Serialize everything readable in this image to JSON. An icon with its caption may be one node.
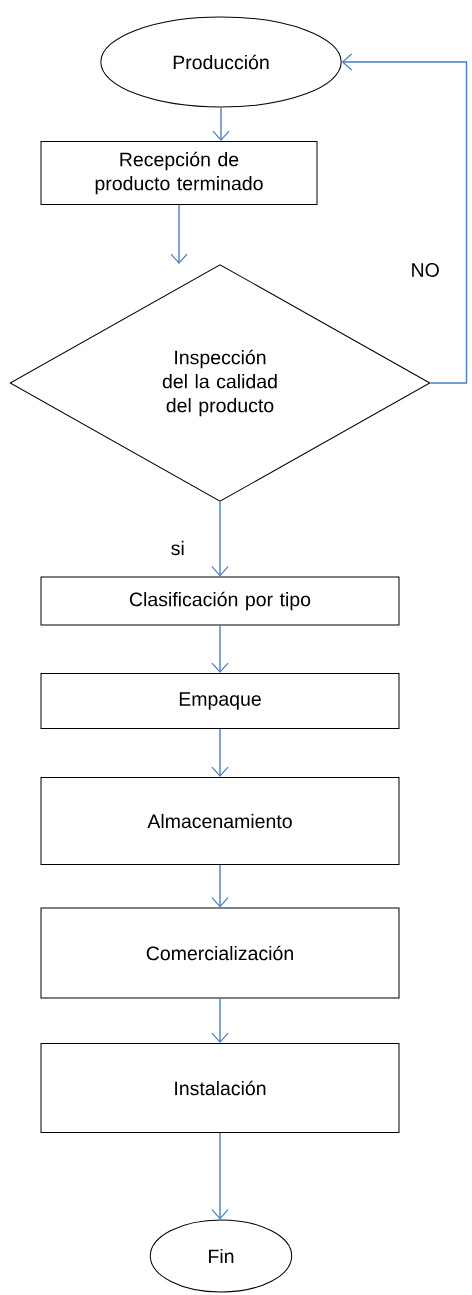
{
  "diagram": {
    "nodes": [
      {
        "text": [
          "Producción"
        ]
      },
      {
        "text": [
          "Recepción de producto terminado"
        ]
      },
      {
        "text": [
          "Inspección del la calidad del producto"
        ]
      },
      {
        "text": [
          "Clasificación por tipo"
        ]
      },
      {
        "text": [
          "Empaque"
        ]
      },
      {
        "text": [
          "Almacenamiento"
        ]
      },
      {
        "text": [
          "Comercialización"
        ]
      },
      {
        "text": [
          "Instalación"
        ]
      },
      {
        "text": [
          "Fin"
        ]
      }
    ],
    "edges": [
      {
        "from": 0,
        "to": 1,
        "arrow": "to"
      },
      {
        "from": 1,
        "to": 2,
        "arrow": "to"
      },
      {
        "from": 2,
        "to": 3,
        "arrow": "to",
        "label": "si"
      },
      {
        "from": 3,
        "to": 4,
        "arrow": "to"
      },
      {
        "from": 4,
        "to": 5,
        "arrow": "to"
      },
      {
        "from": 5,
        "to": 6,
        "arrow": "to"
      },
      {
        "from": 6,
        "to": 7,
        "arrow": "to"
      },
      {
        "from": 7,
        "to": 8,
        "arrow": "to"
      },
      {
        "from": 2,
        "to": 0,
        "arrow": "to",
        "label": "NO"
      }
    ]
  }
}
